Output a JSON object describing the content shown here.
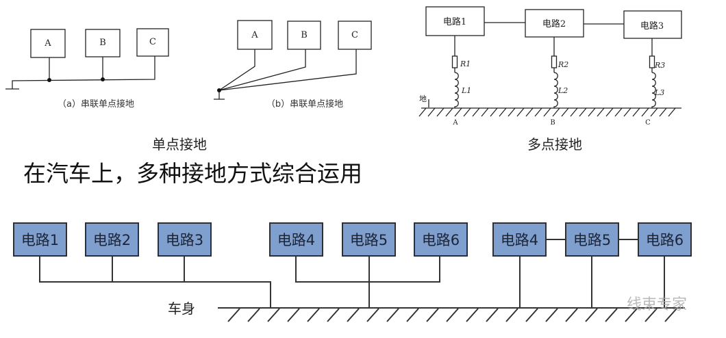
{
  "single_point": {
    "caption_a": "（a）串联单点接地",
    "caption_b": "（b）串联单点接地",
    "boxes": [
      "A",
      "B",
      "C"
    ],
    "title": "单点接地"
  },
  "multi_point": {
    "circuits": [
      "电路1",
      "电路2",
      "电路3"
    ],
    "resistors": [
      "R1",
      "R2",
      "R3"
    ],
    "inductors": [
      "L1",
      "L2",
      "L3"
    ],
    "points": [
      "A",
      "B",
      "C"
    ],
    "ground_label": "地",
    "title": "多点接地"
  },
  "heading": "在汽车上，多种接地方式综合运用",
  "vehicle": {
    "group1": [
      "电路1",
      "电路2",
      "电路3"
    ],
    "group2": [
      "电路4",
      "电路5",
      "电路6"
    ],
    "group3": [
      "电路4",
      "电路5",
      "电路6"
    ],
    "body_label": "车身",
    "box_color": "#7f9fce"
  },
  "watermark": "线束专家"
}
